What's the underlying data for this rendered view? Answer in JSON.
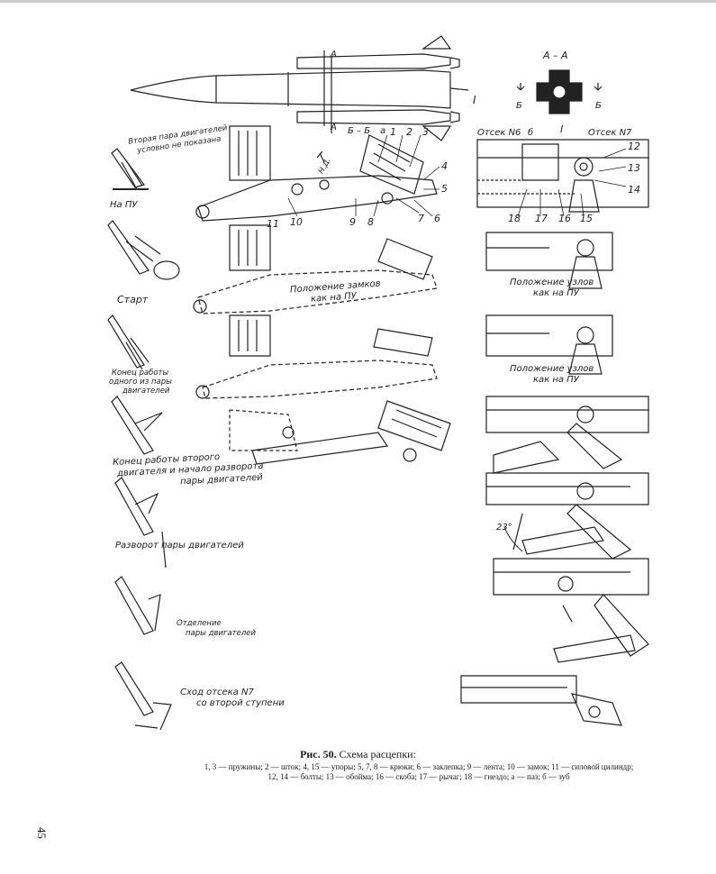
{
  "labels": {
    "section_aa": "А – А",
    "arrow_b": "Б",
    "section_bb": "Б – Б",
    "marker_a_top": "A",
    "marker_a_bottom": "A",
    "marker_i": "I",
    "compartment_6": "Отсек N6",
    "compartment_7": "Отсек N7",
    "marker_b_small": "б",
    "marker_i_small": "I",
    "marker_a_small": "а",
    "direction_nd": "Н.Д.",
    "second_pair_note_1": "Вторая пара двигателей",
    "second_pair_note_2": "условно не показана",
    "lock_position_1": "Положение замков",
    "lock_position_2": "как на ПУ",
    "node_position_1_a": "Положение узлов",
    "node_position_1_b": "как на ПУ",
    "node_position_2_a": "Положение узлов",
    "node_position_2_b": "как на ПУ",
    "angle": "23°"
  },
  "stages": [
    {
      "line1": "На ПУ",
      "line2": ""
    },
    {
      "line1": "Старт",
      "line2": ""
    },
    {
      "line1": "Конец работы",
      "line2": "одного из пары",
      "line3": "двигателей"
    },
    {
      "line1": "Конец работы второго",
      "line2": "двигателя и начало разворота",
      "line3": "пары двигателей"
    },
    {
      "line1": "Разворот пары двигателей",
      "line2": ""
    },
    {
      "line1": "Отделение",
      "line2": "пары двигателей"
    },
    {
      "line1": "Сход отсека N7",
      "line2": "со второй ступени"
    }
  ],
  "numbers": {
    "n1": "1",
    "n2": "2",
    "n3": "3",
    "n4": "4",
    "n5": "5",
    "n6": "6",
    "n7": "7",
    "n8": "8",
    "n9": "9",
    "n10": "10",
    "n11": "11",
    "n12": "12",
    "n13": "13",
    "n14": "14",
    "n15": "15",
    "n16": "16",
    "n17": "17",
    "n18": "18"
  },
  "caption": {
    "title_bold": "Рис. 50.",
    "title_rest": " Схема расцепки:",
    "legend_line1": "1, 3 — пружины; 2 — шток; 4, 15 — упоры; 5, 7, 8 — крюки; 6 — заклепка; 9 — лента; 10 — замок; 11 — силовой цилиндр;",
    "legend_line2": "12, 14 — болты; 13 — обойма; 16 — скоба; 17 — рычаг; 18 — гнездо; а — паз; б — зуб"
  },
  "page_number": "45"
}
